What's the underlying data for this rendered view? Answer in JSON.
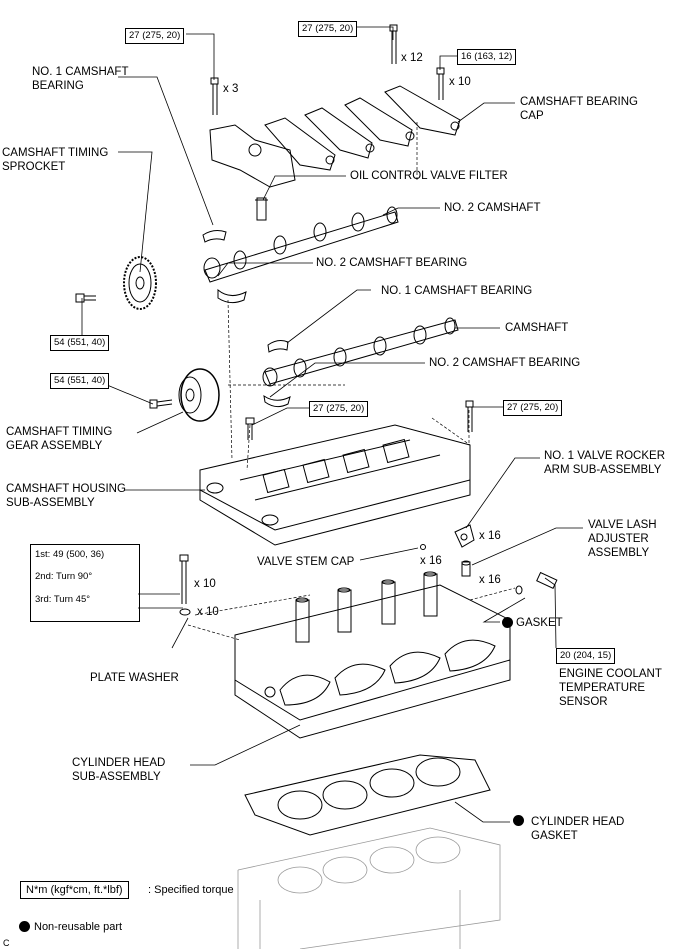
{
  "torque_boxes": {
    "camshaft_bearing_bolt": "27 (275, 20)",
    "cap_bolt_x12": "27 (275, 20)",
    "cap_bolt_x10": "16 (163, 12)",
    "sprocket_bolt": "54 (551, 40)",
    "gear_bolt": "54 (551, 40)",
    "housing_bolt_left": "27 (275, 20)",
    "housing_bolt_right": "27 (275, 20)",
    "coolant_sensor": "20 (204, 15)",
    "head_bolt_step1": "1st: 49 (500, 36)",
    "head_bolt_step2": "2nd: Turn 90°",
    "head_bolt_step3": "3rd: Turn 45°"
  },
  "quantities": {
    "bearing_bolts": "x 3",
    "cap_bolts_12": "x 12",
    "cap_bolts_10": "x 10",
    "rocker_arms": "x 16",
    "stem_caps": "x 16",
    "lash_adjusters": "x 16",
    "head_bolts": "x 10",
    "plate_washers": "x 10"
  },
  "labels": {
    "no1_camshaft_bearing_top": "NO. 1 CAMSHAFT\nBEARING",
    "camshaft_timing_sprocket": "CAMSHAFT TIMING\nSPROCKET",
    "camshaft_bearing_cap": "CAMSHAFT BEARING\nCAP",
    "oil_control_valve_filter": "OIL CONTROL VALVE FILTER",
    "no2_camshaft": "NO. 2 CAMSHAFT",
    "no2_camshaft_bearing_a": "NO. 2 CAMSHAFT BEARING",
    "no1_camshaft_bearing": "NO. 1 CAMSHAFT BEARING",
    "camshaft": "CAMSHAFT",
    "no2_camshaft_bearing_b": "NO. 2 CAMSHAFT BEARING",
    "camshaft_timing_gear": "CAMSHAFT TIMING\nGEAR ASSEMBLY",
    "camshaft_housing": "CAMSHAFT HOUSING\nSUB-ASSEMBLY",
    "no1_valve_rocker_arm": "NO. 1 VALVE ROCKER\nARM SUB-ASSEMBLY",
    "valve_lash_adjuster": "VALVE LASH\nADJUSTER\nASSEMBLY",
    "valve_stem_cap": "VALVE STEM CAP",
    "gasket": "GASKET",
    "plate_washer": "PLATE WASHER",
    "engine_coolant_sensor": "ENGINE COOLANT\nTEMPERATURE\nSENSOR",
    "cylinder_head": "CYLINDER HEAD\nSUB-ASSEMBLY",
    "cylinder_head_gasket": "CYLINDER HEAD\nGASKET"
  },
  "legend": {
    "torque_unit_box": "N*m (kgf*cm, ft.*lbf)",
    "torque_desc": ": Specified torque",
    "nonreusable": "Non-reusable part",
    "corner_code": "C"
  }
}
